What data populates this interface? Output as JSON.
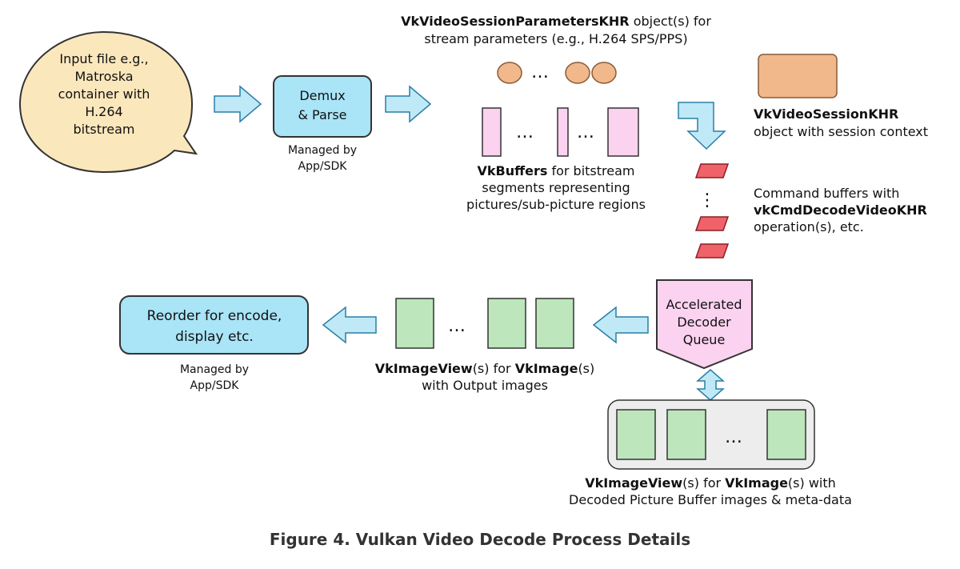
{
  "input_bubble": [
    "Input file e.g.,",
    "Matroska",
    "container with",
    "H.264",
    "bitstream"
  ],
  "demux_box": [
    "Demux",
    "& Parse"
  ],
  "demux_managed": [
    "Managed by",
    "App/SDK"
  ],
  "session_params": {
    "line1_bold": "VkVideoSessionParametersKHR",
    "line1_rest": " object(s) for",
    "line2": "stream parameters (e.g., H.264 SPS/PPS)",
    "ellipsis": "…"
  },
  "buffers": {
    "line1_bold": "VkBuffers",
    "line1_rest": " for bitstream",
    "line2": "segments representing",
    "line3": "pictures/sub-picture regions",
    "ellipsis": "…"
  },
  "session": {
    "line1_bold": "VkVideoSessionKHR",
    "line2": "object with session context"
  },
  "command_buffers": {
    "line1": "Command buffers with",
    "line2_bold": "vkCmdDecodeVideoKHR",
    "line3": "operation(s), etc.",
    "vertical_ellipsis": "⋮"
  },
  "decoder_queue": [
    "Accelerated",
    "Decoder",
    "Queue"
  ],
  "output_views": {
    "bold1": "VkImageView",
    "mid": "(s) for ",
    "bold2": "VkImage",
    "end": "(s)",
    "line2": "with Output images",
    "ellipsis": "…"
  },
  "dpb": {
    "bold1": "VkImageView",
    "mid": "(s) for ",
    "bold2": "VkImage",
    "end": "(s) with",
    "line2": "Decoded Picture Buffer images & meta-data",
    "ellipsis": "…"
  },
  "reorder_box": [
    "Reorder for encode,",
    "display etc."
  ],
  "reorder_managed": [
    "Managed by",
    "App/SDK"
  ],
  "caption": "Figure 4. Vulkan Video Decode Process Details",
  "colors": {
    "bubble": "#fbe7bc",
    "cyan": "#a9e4f7",
    "arrow": "#bfe9f7",
    "orange": "#f1b88c",
    "pink": "#fbd2ef",
    "red": "#f0626a",
    "green": "#bde6bd",
    "dpb_frame": "#ededed"
  }
}
